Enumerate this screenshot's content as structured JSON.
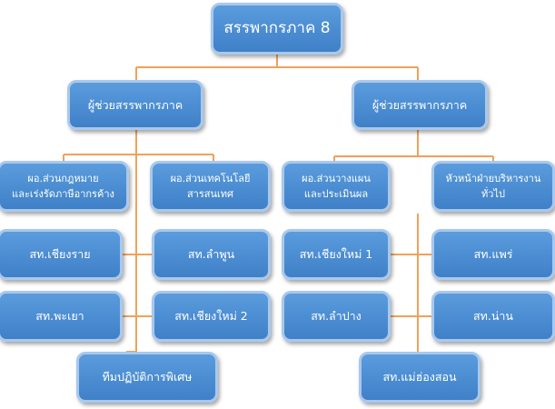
{
  "org_chart": {
    "root": "สรรพากรภาค 8",
    "assistants": [
      "ผู้ช่วยสรรพากรภาค",
      "ผู้ช่วยสรรพากรภาค"
    ],
    "divisions": [
      "ผอ.ส่วนกฎหมาย\nและเร่งรัดภาษีอากรค้าง",
      "ผอ.ส่วนเทคโนโลยี\nสารสนเทศ",
      "ผอ.ส่วนวางแผน\nและประเมินผล",
      "หัวหน้าฝ่ายบริหารงานทั่วไป"
    ],
    "offices": {
      "chiang_rai": "สท.เชียงราย",
      "lamphun": "สท.ลำพูน",
      "phayao": "สท.พะเยา",
      "chiang_mai_2": "สท.เชียงใหม่ 2",
      "special_team": "ทีมปฏิบัติการพิเศษ",
      "chiang_mai_1": "สท.เชียงใหม่ 1",
      "phrae": "สท.แพร่",
      "lampang": "สท.ลำปาง",
      "nan": "สท.น่าน",
      "mae_hong_son": "สท.แม่ฮ่องสอน"
    }
  },
  "colors": {
    "box_fill": "#4a8fd6",
    "box_border": "#a9c8ec",
    "connector": "#f0a15a",
    "text": "#ffffff"
  }
}
